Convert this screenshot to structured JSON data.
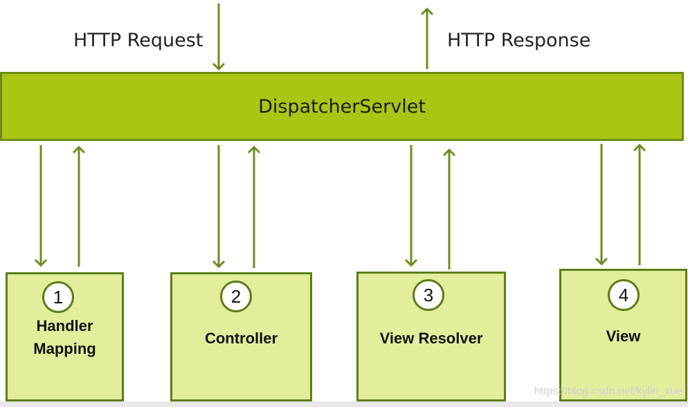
{
  "labels": {
    "request": "HTTP Request",
    "response": "HTTP Response",
    "dispatcher": "DispatcherServlet"
  },
  "components": [
    {
      "number": "1",
      "label": "Handler\nMapping"
    },
    {
      "number": "2",
      "label": "Controller"
    },
    {
      "number": "3",
      "label": "View Resolver"
    },
    {
      "number": "4",
      "label": "View"
    }
  ],
  "watermark": "https://blog.csdn.net/kylin_xue",
  "colors": {
    "dispatcher_fill": "#a9c614",
    "component_fill": "#e2ee9c",
    "arrow": "#6a8e1f"
  }
}
